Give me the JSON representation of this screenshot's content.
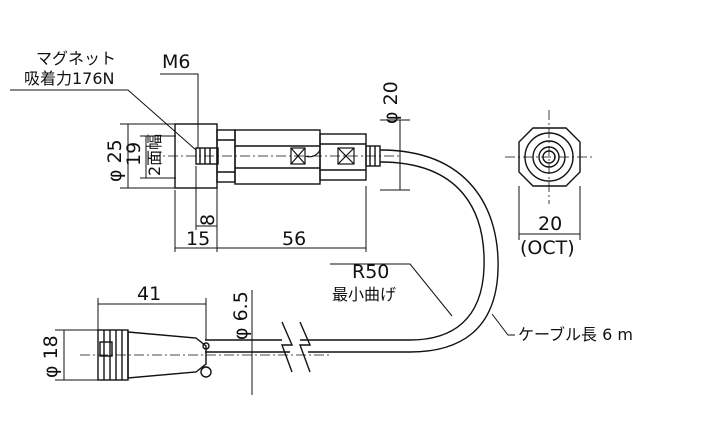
{
  "magnet_label": "マグネット",
  "magnet_force": "吸着力176N",
  "thread": "M6",
  "phi25": "φ 25",
  "w19": "19",
  "across_flats": "2面幅",
  "phi20": "φ 20",
  "d15": "15",
  "d8": "8",
  "d56": "56",
  "hex20": "20",
  "oct": "(OCT)",
  "radius": "R50",
  "min_bend": "最小曲げ",
  "cable_len": "ケーブル長 6 m",
  "d41": "41",
  "phi65": "φ 6.5",
  "phi18": "φ 18"
}
